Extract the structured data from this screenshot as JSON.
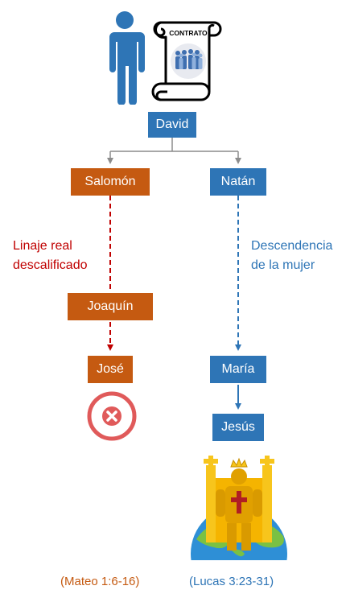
{
  "contract_label": "CONTRATO",
  "nodes": {
    "david": "David",
    "salomon": "Salomón",
    "natan": "Natán",
    "joaquin": "Joaquín",
    "jose": "José",
    "maria": "María",
    "jesus": "Jesús"
  },
  "annotations": {
    "left_line1": "Linaje real",
    "left_line2": "descalificado",
    "right_line1": "Descendencia",
    "right_line2": "de la mujer"
  },
  "references": {
    "left": "(Mateo 1:6-16)",
    "right": "(Lucas 3:23-31)"
  },
  "colors": {
    "node_blue": "#2e75b6",
    "node_orange": "#c55a11",
    "disqualified_red": "#c00000",
    "cancel_red": "#e05a5a",
    "reference_orange": "#c55a11",
    "reference_blue": "#2e75b6",
    "connector_gray": "#8c8c8c"
  },
  "icons": {
    "person": "person-icon",
    "contract": "contract-scroll-icon",
    "cancel": "cancel-x-icon",
    "king": "king-on-throne-icon"
  }
}
